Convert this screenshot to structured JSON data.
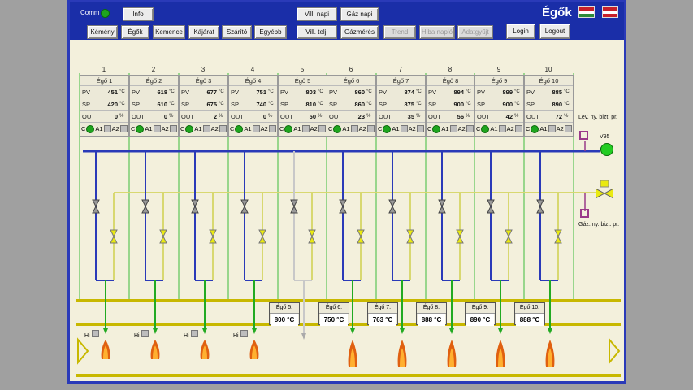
{
  "header": {
    "comm_label": "Comm",
    "title": "Égők",
    "buttons": {
      "info": "Info",
      "kemeny": "Kémény",
      "egok": "Égők",
      "kemence": "Kemence",
      "kajarat": "Kájárat",
      "szarito": "Szárító",
      "egyebb": "Egyébb",
      "vill_napi": "Vill. napi",
      "gaz_napi": "Gáz napi",
      "vill_tel": "Vill. telj.",
      "gazmeres": "Gázmérés",
      "trend": "Trend",
      "hiba_naplo": "Hiba napló",
      "adatgyujt": "Adatgyűjt",
      "login": "Login",
      "logout": "Logout"
    }
  },
  "burners": [
    {
      "num": "1",
      "name": "Égő 1",
      "pv": "451",
      "sp": "420",
      "out": "0"
    },
    {
      "num": "2",
      "name": "Égő 2",
      "pv": "618",
      "sp": "610",
      "out": "0"
    },
    {
      "num": "3",
      "name": "Égő 3",
      "pv": "677",
      "sp": "675",
      "out": "2"
    },
    {
      "num": "4",
      "name": "Égő 4",
      "pv": "751",
      "sp": "740",
      "out": "0"
    },
    {
      "num": "5",
      "name": "Égő 5",
      "pv": "803",
      "sp": "810",
      "out": "50"
    },
    {
      "num": "6",
      "name": "Égő 6",
      "pv": "860",
      "sp": "860",
      "out": "23"
    },
    {
      "num": "7",
      "name": "Égő 7",
      "pv": "874",
      "sp": "875",
      "out": "35"
    },
    {
      "num": "8",
      "name": "Égő 8",
      "pv": "894",
      "sp": "900",
      "out": "56"
    },
    {
      "num": "9",
      "name": "Égő 9",
      "pv": "899",
      "sp": "900",
      "out": "42"
    },
    {
      "num": "10",
      "name": "Égő 10",
      "pv": "885",
      "sp": "890",
      "out": "72"
    }
  ],
  "labels": {
    "pv": "PV",
    "sp": "SP",
    "out": "OUT",
    "unit_c": "°C",
    "unit_pct": "%",
    "c": "C",
    "a1": "A1",
    "a2": "A2",
    "lev": "Lev. ny. bizt. pr.",
    "gaz": "Gáz. ny. bizt. pr.",
    "v95": "V95",
    "hi": "Hi"
  },
  "temps": [
    {
      "name": "Égő 5.",
      "value": "800 °C"
    },
    {
      "name": "Égő 6.",
      "value": "750 °C"
    },
    {
      "name": "Égő 7.",
      "value": "763 °C"
    },
    {
      "name": "Égő 8.",
      "value": "888 °C"
    },
    {
      "name": "Égő 9.",
      "value": "890 °C"
    },
    {
      "name": "Égő 10.",
      "value": "888 °C"
    }
  ],
  "colors": {
    "air_line": "#2a3ab8",
    "gas_line": "#d8d870",
    "green_line": "#22aa22",
    "header_bg": "#1a2ea8"
  }
}
